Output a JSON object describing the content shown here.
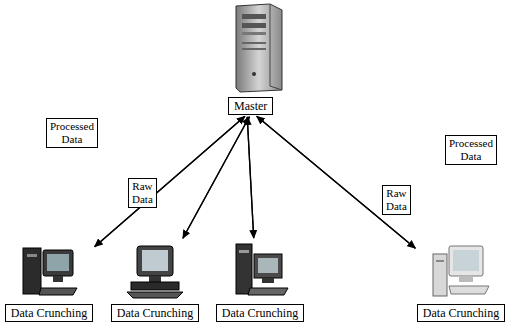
{
  "diagram": {
    "nodes": [
      {
        "text": [
          "Master"
        ]
      },
      {
        "text": [
          "Data Crunching"
        ]
      },
      {
        "text": [
          "Data Crunching"
        ]
      },
      {
        "text": [
          "Data Crunching"
        ]
      },
      {
        "text": [
          "Data Crunching"
        ]
      }
    ],
    "edges": [
      {
        "from": 1,
        "to": 0,
        "label": "Processed Data",
        "arrow": "to"
      },
      {
        "from": 0,
        "to": 1,
        "label": "Raw Data",
        "arrow": "to"
      },
      {
        "from": 2,
        "to": 0,
        "arrow": "to"
      },
      {
        "from": 0,
        "to": 2,
        "arrow": "to"
      },
      {
        "from": 3,
        "to": 0,
        "arrow": "to"
      },
      {
        "from": 0,
        "to": 3,
        "arrow": "to"
      },
      {
        "from": 4,
        "to": 0,
        "label": "Processed Data",
        "arrow": "to"
      },
      {
        "from": 0,
        "to": 4,
        "label": "Raw Data",
        "arrow": "to"
      }
    ]
  }
}
